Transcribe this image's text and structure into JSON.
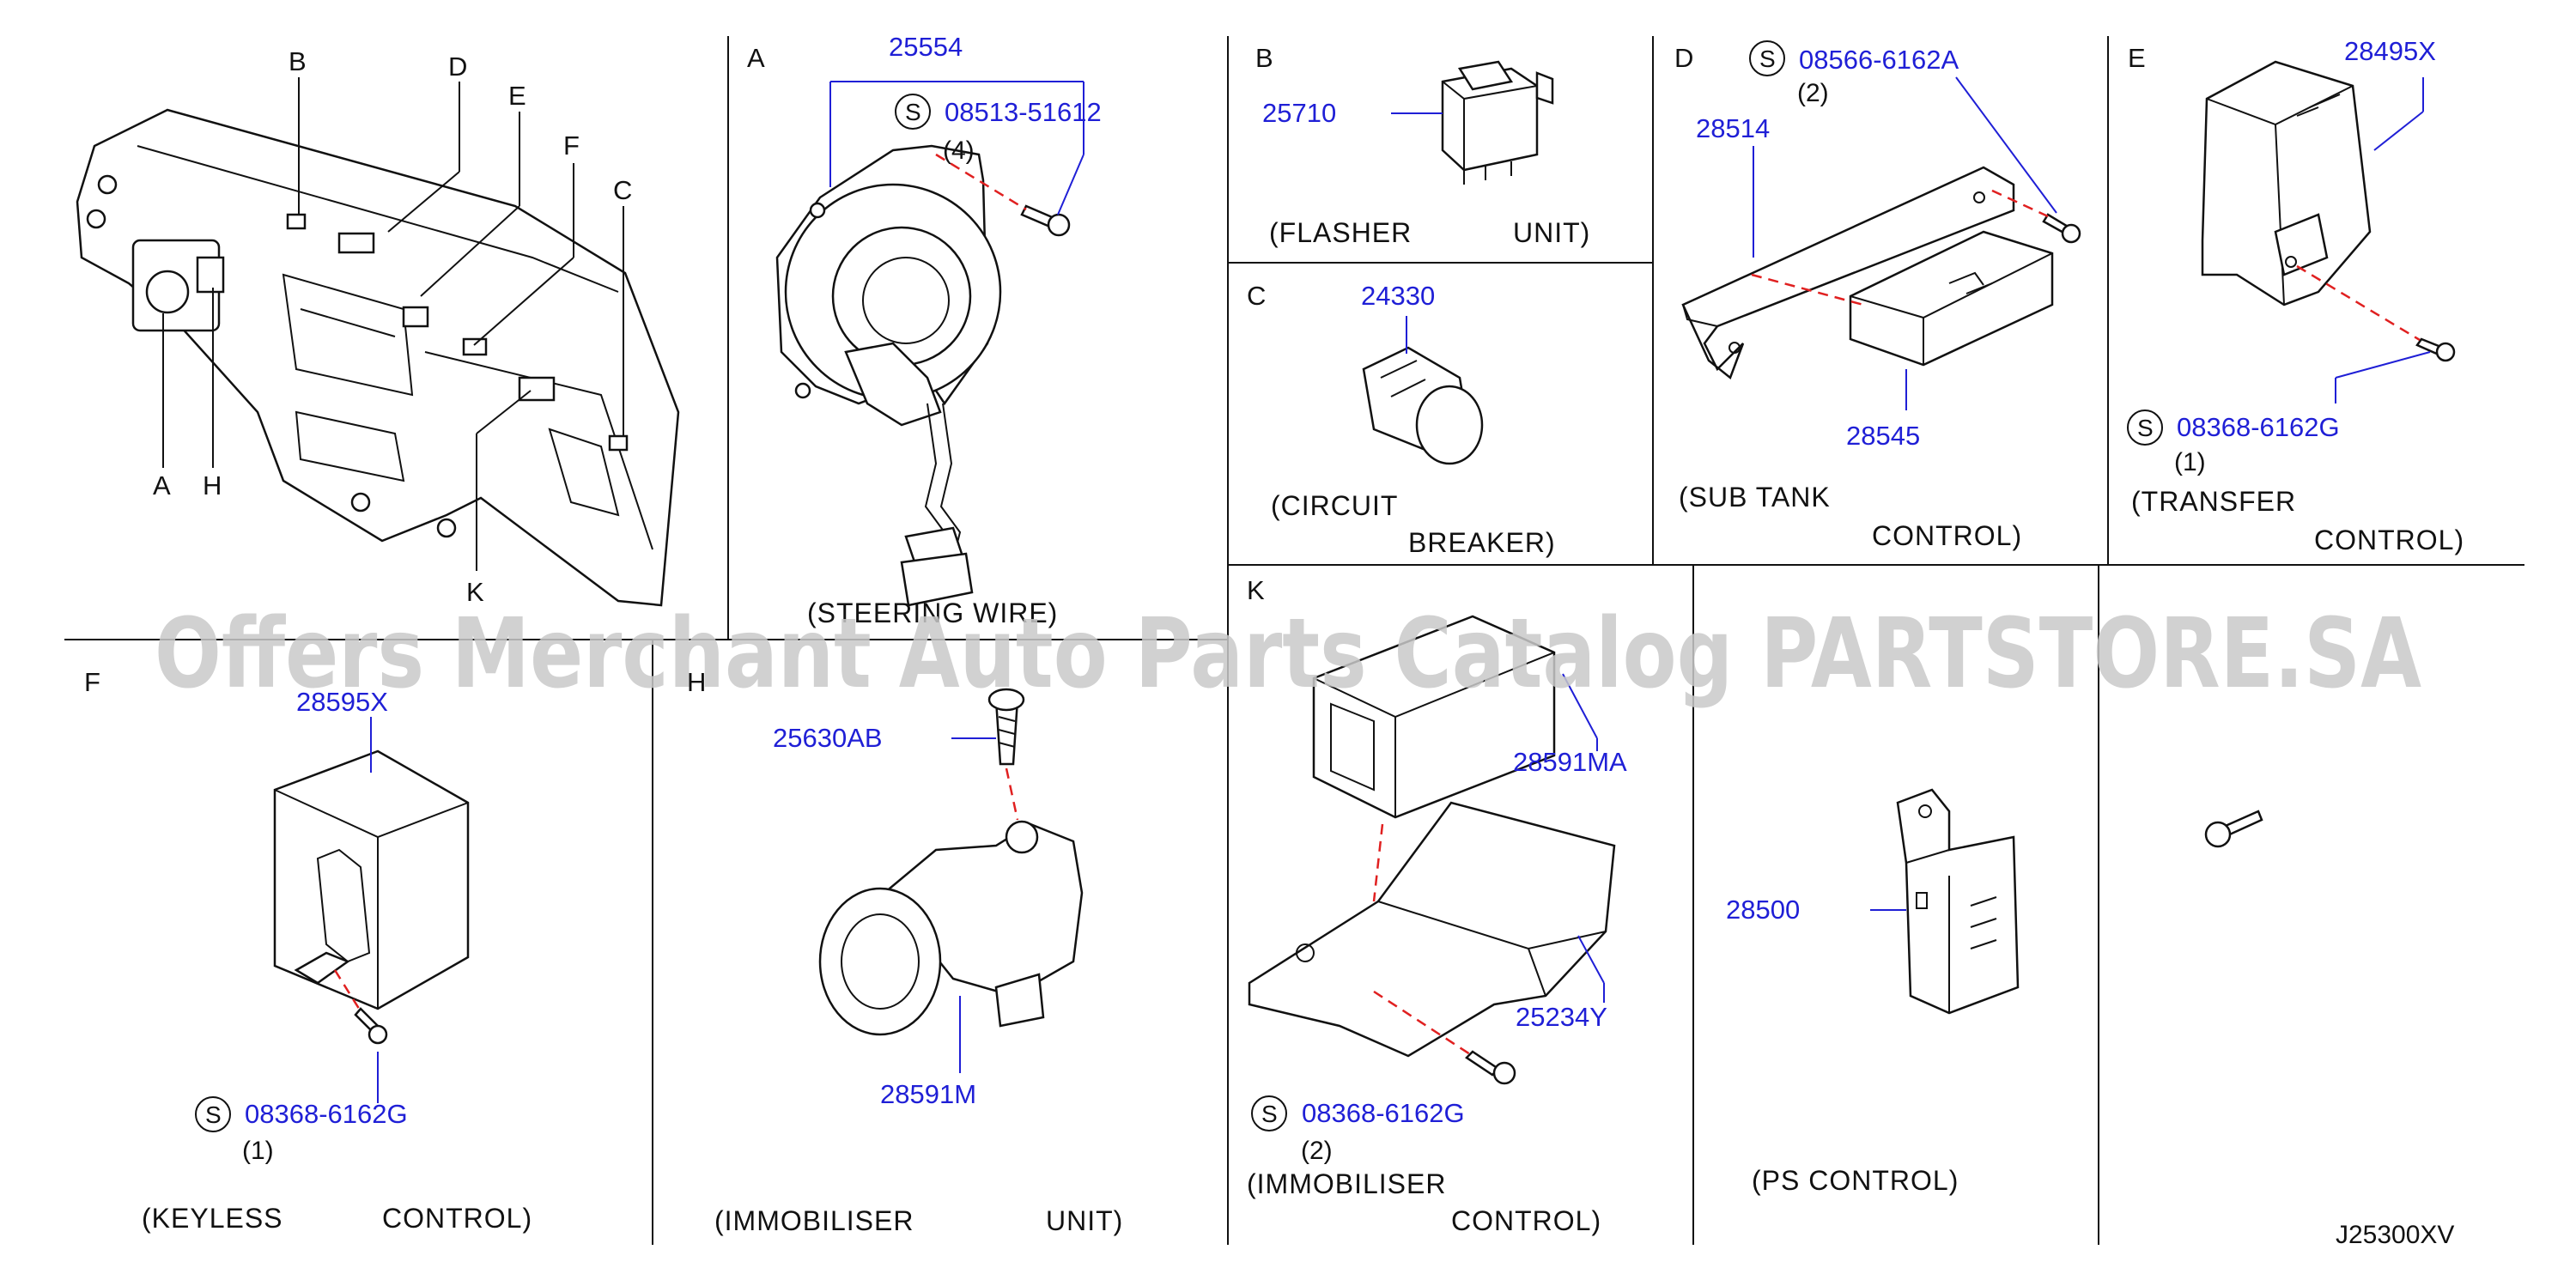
{
  "watermark": "Offers Merchant Auto Parts Catalog PARTSTORE.SA",
  "diagram_code": "J25300XV",
  "overview": {
    "labels": [
      "B",
      "D",
      "E",
      "F",
      "C",
      "A",
      "H",
      "K"
    ]
  },
  "sections": {
    "A": {
      "letter": "A",
      "parts": [
        "25554",
        "08513-51612"
      ],
      "qty": "(4)",
      "caption": [
        "(STEERING  WIRE)"
      ]
    },
    "B": {
      "letter": "B",
      "parts": [
        "25710"
      ],
      "caption": [
        "(FLASHER",
        "UNIT)"
      ]
    },
    "C": {
      "letter": "C",
      "parts": [
        "24330"
      ],
      "caption": [
        "(CIRCUIT",
        "BREAKER)"
      ]
    },
    "D": {
      "letter": "D",
      "parts": [
        "08566-6162A",
        "28514",
        "28545"
      ],
      "qty": "(2)",
      "caption": [
        "(SUB  TANK",
        "CONTROL)"
      ]
    },
    "E": {
      "letter": "E",
      "parts": [
        "28495X",
        "08368-6162G"
      ],
      "qty": "(1)",
      "caption": [
        "(TRANSFER",
        "CONTROL)"
      ]
    },
    "F": {
      "letter": "F",
      "parts": [
        "28595X",
        "08368-6162G"
      ],
      "qty": "(1)",
      "caption": [
        "(KEYLESS",
        "CONTROL)"
      ]
    },
    "H": {
      "letter": "H",
      "parts": [
        "25630AB",
        "28591M"
      ],
      "caption": [
        "(IMMOBILISER",
        "UNIT)"
      ]
    },
    "K": {
      "letter": "K",
      "parts": [
        "28591MA",
        "25234Y",
        "08368-6162G"
      ],
      "qty": "(2)",
      "caption": [
        "(IMMOBILISER",
        "CONTROL)"
      ]
    },
    "PS": {
      "parts": [
        "28500"
      ],
      "caption": [
        "(PS  CONTROL)"
      ]
    }
  },
  "standard_symbol": "S"
}
